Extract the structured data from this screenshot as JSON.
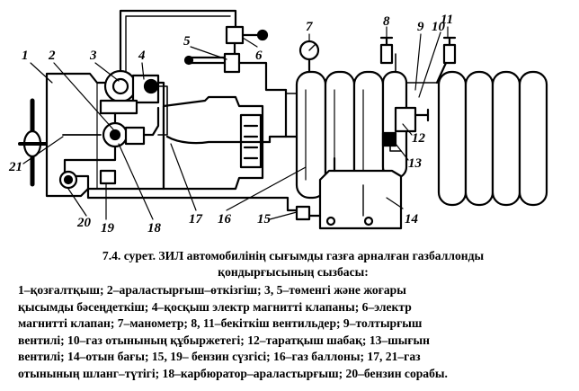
{
  "figure": {
    "callouts": {
      "n1": "1",
      "n2": "2",
      "n3": "3",
      "n4": "4",
      "n5": "5",
      "n6": "6",
      "n7": "7",
      "n8": "8",
      "n9": "9",
      "n10": "10",
      "n11": "11",
      "n12": "12",
      "n13": "13",
      "n14": "14",
      "n15": "15",
      "n16": "16",
      "n17": "17",
      "n18": "18",
      "n19": "19",
      "n20": "20",
      "n21": "21"
    }
  },
  "caption": {
    "title_line1": "7.4. сурет. ЗИЛ автомобилінің сығымды газға арналған газбаллонды",
    "title_line2": "қондырғысының сызбасы:",
    "legend_line1": "1–қозғалтқыш; 2–араластырғыш–өткізгіш; 3, 5–төменгі және жоғары",
    "legend_line2": "қысымды бәсеңдеткіш; 4–қосқыш электр магнитті клапаны; 6–электр",
    "legend_line3": "магнитті клапан; 7–манометр; 8, 11–бекіткіш вентильдер; 9–толтырғыш",
    "legend_line4": "вентилі; 10–газ отынының құбыржетегі; 12–таратқыш шабақ; 13–шығын",
    "legend_line5": "вентилі; 14–отын бағы; 15, 19– бензин сүзгісі; 16–газ баллоны; 17, 21–газ",
    "legend_line6": "отынының шланг–түтігі; 18–карбюратор–араластырғыш; 20–бензин сорабы."
  }
}
